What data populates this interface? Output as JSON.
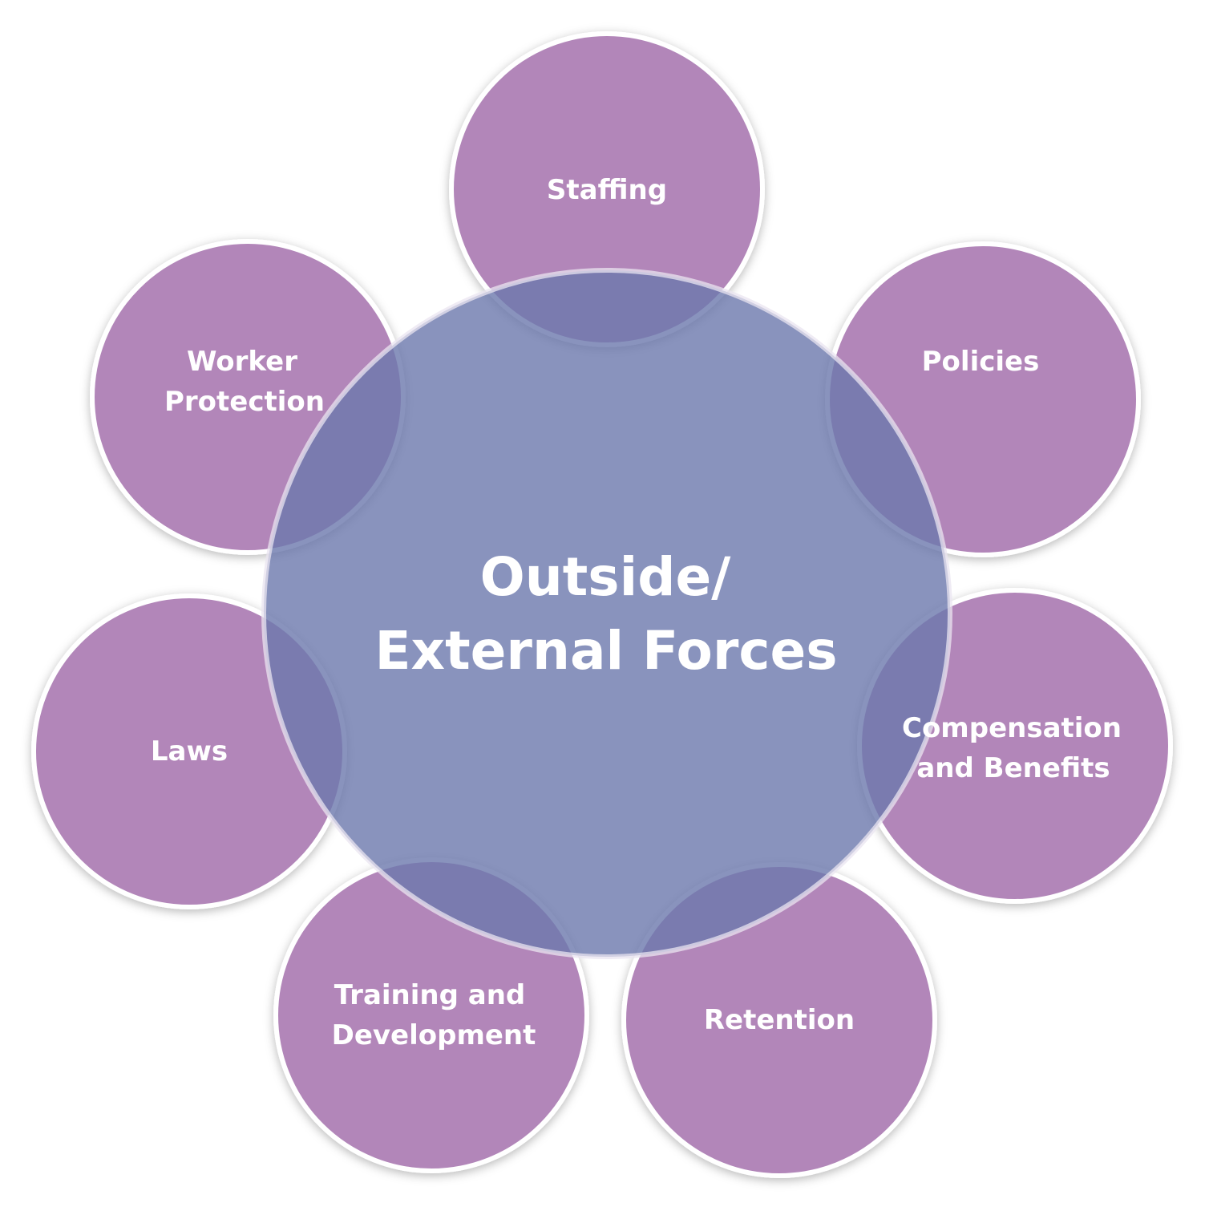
{
  "diagram": {
    "center": {
      "line1": "Outside/",
      "line2": "External Forces"
    },
    "nodes": [
      {
        "line1": "Staffing"
      },
      {
        "line1": "Policies"
      },
      {
        "line1": "Compensation",
        "line2": "and Benefits"
      },
      {
        "line1": "Retention"
      },
      {
        "line1": "Training and",
        "line2": "Development"
      },
      {
        "line1": "Laws"
      },
      {
        "line1": "Worker",
        "line2": "Protection"
      }
    ],
    "colors": {
      "node_fill": "#b286b9",
      "center_fill": "#6c78ad",
      "outline": "#ffffff",
      "text": "#ffffff"
    }
  }
}
